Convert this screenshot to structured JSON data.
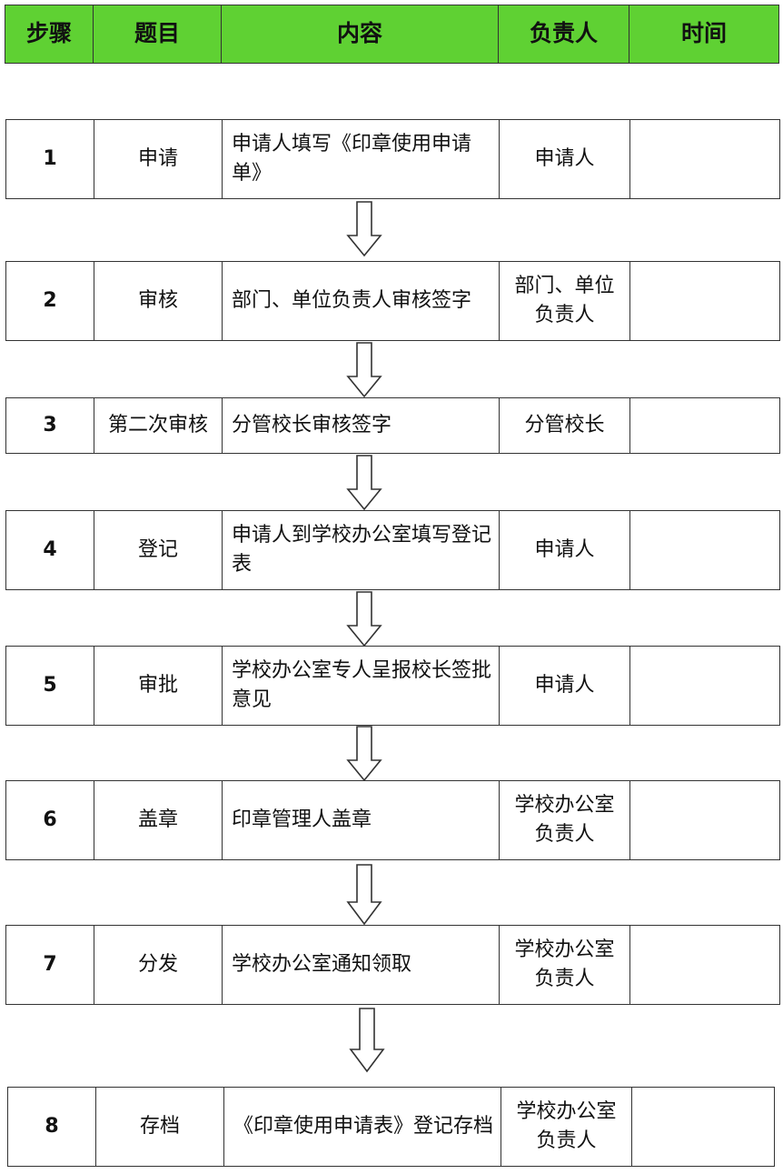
{
  "header": [
    "步骤",
    "题目",
    "内容",
    "负责人",
    "时间"
  ],
  "steps": [
    {
      "num": "1",
      "title": "申请",
      "content": "申请人填写《印章使用申请单》",
      "owner": "申请人",
      "time": ""
    },
    {
      "num": "2",
      "title": "审核",
      "content": "部门、单位负责人审核签字",
      "owner": "部门、单位负责人",
      "time": ""
    },
    {
      "num": "3",
      "title": "第二次审核",
      "content": "分管校长审核签字",
      "owner": "分管校长",
      "time": ""
    },
    {
      "num": "4",
      "title": "登记",
      "content": "申请人到学校办公室填写登记表",
      "owner": "申请人",
      "time": ""
    },
    {
      "num": "5",
      "title": "审批",
      "content": "学校办公室专人呈报校长签批意见",
      "owner": "申请人",
      "time": ""
    },
    {
      "num": "6",
      "title": "盖章",
      "content": "印章管理人盖章",
      "owner": "学校办公室负责人",
      "time": ""
    },
    {
      "num": "7",
      "title": "分发",
      "content": "学校办公室通知领取",
      "owner": "学校办公室负责人",
      "time": ""
    },
    {
      "num": "8",
      "title": "存档",
      "content": "《印章使用申请表》登记存档",
      "owner": "学校办公室负责人",
      "time": ""
    }
  ],
  "colors": {
    "header_bg": "#5fd133",
    "border": "#333333"
  }
}
